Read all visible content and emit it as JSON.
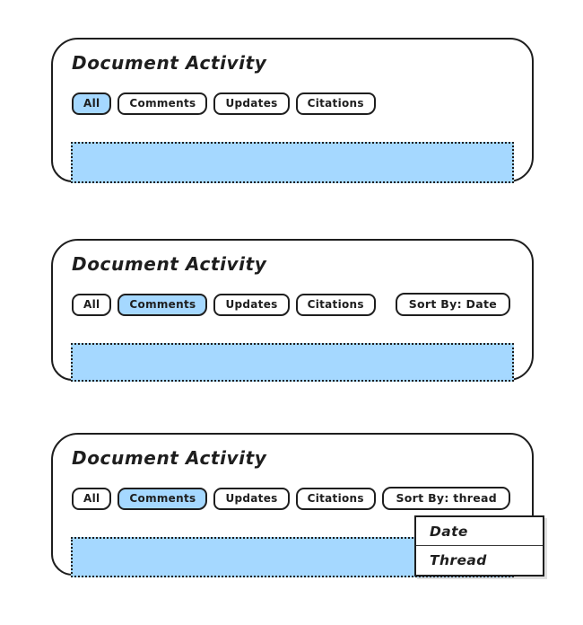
{
  "colors": {
    "highlight": "#a5d8ff",
    "stroke": "#1e1e1e",
    "background": "#ffffff"
  },
  "panels": [
    {
      "title": "Document Activity",
      "chips": [
        {
          "label": "All",
          "active": true
        },
        {
          "label": "Comments",
          "active": false
        },
        {
          "label": "Updates",
          "active": false
        },
        {
          "label": "Citations",
          "active": false
        }
      ]
    },
    {
      "title": "Document Activity",
      "chips": [
        {
          "label": "All",
          "active": false
        },
        {
          "label": "Comments",
          "active": true
        },
        {
          "label": "Updates",
          "active": false
        },
        {
          "label": "Citations",
          "active": false
        }
      ],
      "sort_button": {
        "label": "Sort By: Date"
      }
    },
    {
      "title": "Document Activity",
      "chips": [
        {
          "label": "All",
          "active": false
        },
        {
          "label": "Comments",
          "active": true
        },
        {
          "label": "Updates",
          "active": false
        },
        {
          "label": "Citations",
          "active": false
        }
      ],
      "sort_button": {
        "label": "Sort By: thread"
      },
      "dropdown": {
        "options": [
          "Date",
          "Thread"
        ]
      }
    }
  ]
}
